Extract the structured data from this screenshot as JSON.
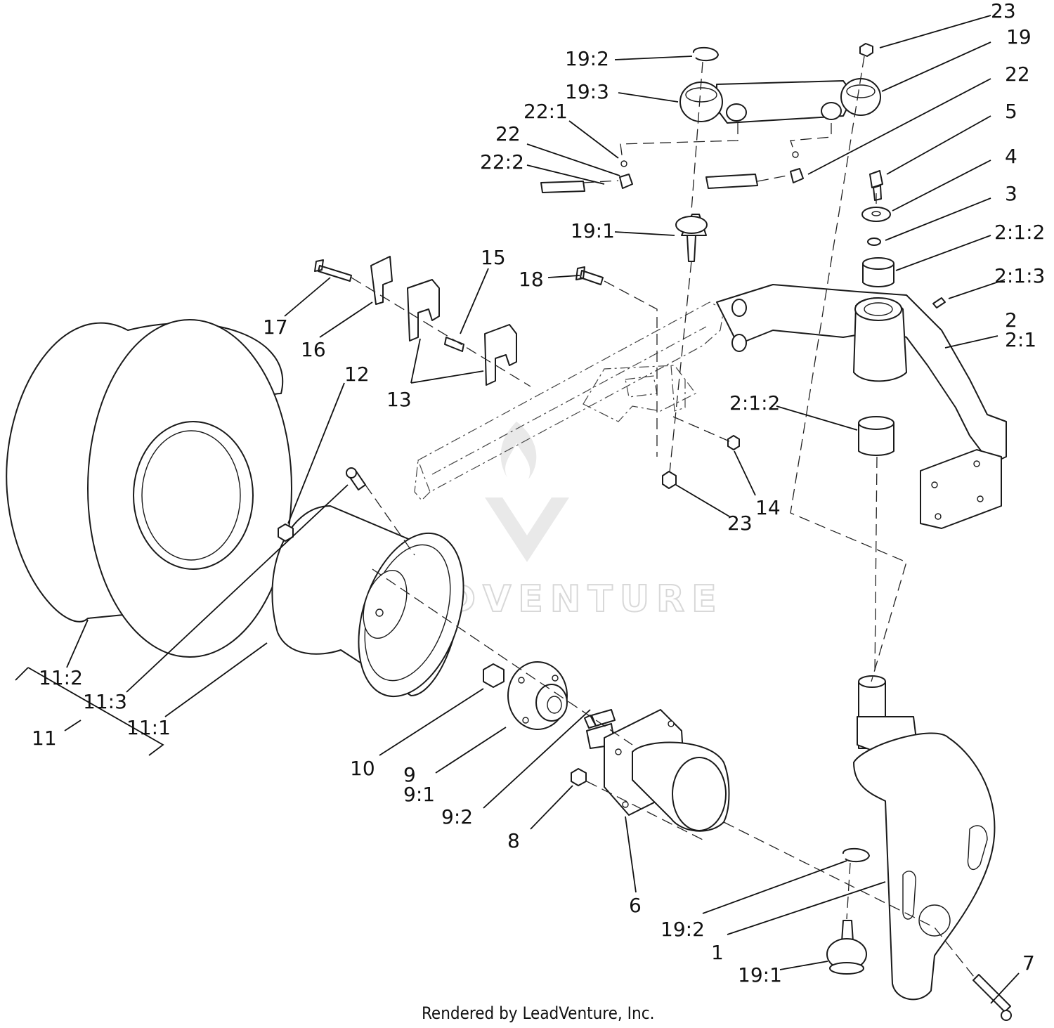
{
  "watermark": {
    "text": "LEADVENTURE"
  },
  "footer": {
    "text": "Rendered by LeadVenture, Inc."
  },
  "labels": [
    {
      "id": "l01",
      "text": "23"
    },
    {
      "id": "l02",
      "text": "19:2"
    },
    {
      "id": "l03",
      "text": "19"
    },
    {
      "id": "l04",
      "text": "19:3"
    },
    {
      "id": "l05",
      "text": "22"
    },
    {
      "id": "l06",
      "text": "22:1"
    },
    {
      "id": "l07",
      "text": "5"
    },
    {
      "id": "l08",
      "text": "22"
    },
    {
      "id": "l09",
      "text": "22:2"
    },
    {
      "id": "l10",
      "text": "4"
    },
    {
      "id": "l11",
      "text": "3"
    },
    {
      "id": "l12",
      "text": "2:1:2"
    },
    {
      "id": "l13",
      "text": "19:1"
    },
    {
      "id": "l14",
      "text": "15"
    },
    {
      "id": "l15",
      "text": "18"
    },
    {
      "id": "l16",
      "text": "2:1:3"
    },
    {
      "id": "l17",
      "text": "2"
    },
    {
      "id": "l18",
      "text": "2:1"
    },
    {
      "id": "l19",
      "text": "17"
    },
    {
      "id": "l20",
      "text": "16"
    },
    {
      "id": "l21",
      "text": "12"
    },
    {
      "id": "l22",
      "text": "13"
    },
    {
      "id": "l23",
      "text": "2:1:2"
    },
    {
      "id": "l24",
      "text": "14"
    },
    {
      "id": "l25",
      "text": "23"
    },
    {
      "id": "l26",
      "text": "11:2"
    },
    {
      "id": "l27",
      "text": "11:3"
    },
    {
      "id": "l28",
      "text": "11:1"
    },
    {
      "id": "l29",
      "text": "11"
    },
    {
      "id": "l30",
      "text": "10"
    },
    {
      "id": "l31",
      "text": "9"
    },
    {
      "id": "l32",
      "text": "9:1"
    },
    {
      "id": "l33",
      "text": "9:2"
    },
    {
      "id": "l34",
      "text": "8"
    },
    {
      "id": "l35",
      "text": "6"
    },
    {
      "id": "l36",
      "text": "19:2"
    },
    {
      "id": "l37",
      "text": "1"
    },
    {
      "id": "l38",
      "text": "7"
    },
    {
      "id": "l39",
      "text": "19:1"
    }
  ]
}
